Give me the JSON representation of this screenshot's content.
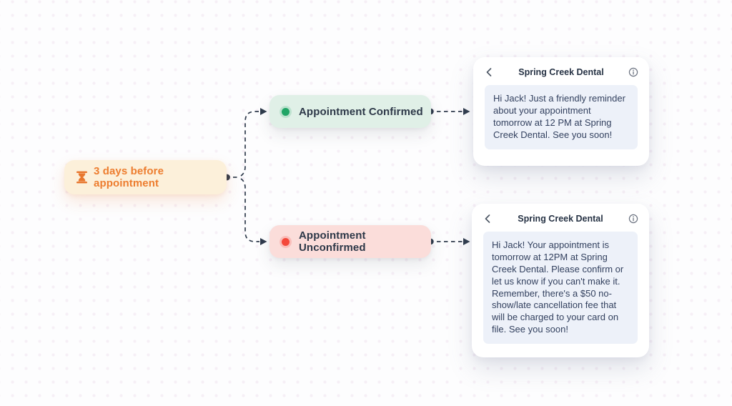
{
  "colors": {
    "canvas_bg": "#FDFDFE",
    "connector": "#2F3B4C",
    "trigger_bg": "#FCF0DA",
    "trigger_text": "#ED7D2F",
    "trigger_icon": "#E8772E",
    "confirmed_bg": "#E0F0E7",
    "confirmed_dot": "#21A566",
    "unconfirmed_bg": "#FBDDDA",
    "unconfirmed_dot": "#F4483B",
    "node_text": "#2D3848",
    "card_bg": "#FFFFFF",
    "bubble_bg": "#EDF1F9",
    "bubble_text": "#33415F"
  },
  "trigger": {
    "label": "3 days before appointment",
    "icon": "hourglass-icon"
  },
  "branches": [
    {
      "label": "Appointment Confirmed",
      "status_icon": "green-dot"
    },
    {
      "label": "Appointment Unconfirmed",
      "status_icon": "red-dot"
    }
  ],
  "cards": [
    {
      "title": "Spring Creek Dental",
      "back_icon": "chevron-left-icon",
      "info_icon": "info-icon",
      "message": "Hi Jack! Just a friendly reminder about your appointment tomorrow at 12 PM at Spring Creek Dental. See you soon!"
    },
    {
      "title": "Spring Creek Dental",
      "back_icon": "chevron-left-icon",
      "info_icon": "info-icon",
      "message": "Hi Jack! Your appointment is tomorrow at 12PM at Spring Creek Dental. Please confirm or let us know if you can't make it. Remember, there's a $50 no-show/late cancellation fee that will be charged to your card on file. See you soon!"
    }
  ]
}
